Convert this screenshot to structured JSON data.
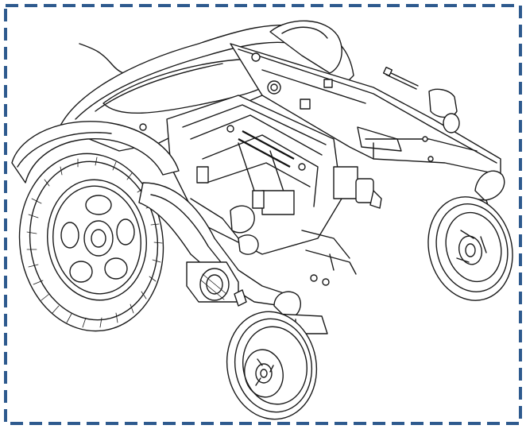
{
  "figure": {
    "subject": "power-wheelchair-base",
    "colors": {
      "border": "#2e5a8e",
      "line": "#1a1a1a",
      "background": "#ffffff"
    },
    "border_style": "dashed",
    "icon_names": [
      "wheelchair-base-drawing"
    ]
  }
}
